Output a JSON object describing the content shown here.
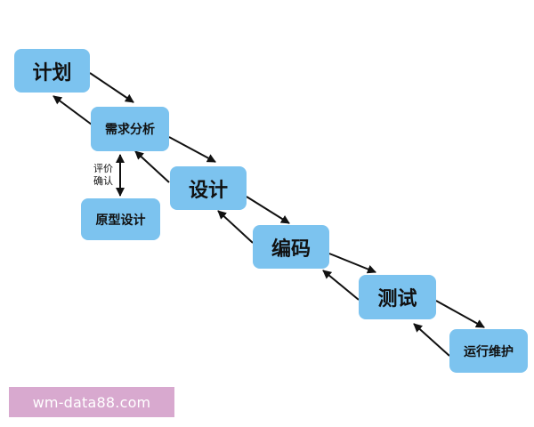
{
  "nodes": {
    "plan": "计划",
    "requirements": "需求分析",
    "prototype": "原型设计",
    "design": "设计",
    "coding": "编码",
    "testing": "测试",
    "maintenance": "运行维护"
  },
  "labels": {
    "review_line1": "评价",
    "review_line2": "确认"
  },
  "watermark": "wm-data88.com",
  "colors": {
    "node_fill": "#7cc3ef",
    "arrow": "#111111",
    "watermark_bg": "#d8a9cf",
    "watermark_text": "#ffffff"
  }
}
